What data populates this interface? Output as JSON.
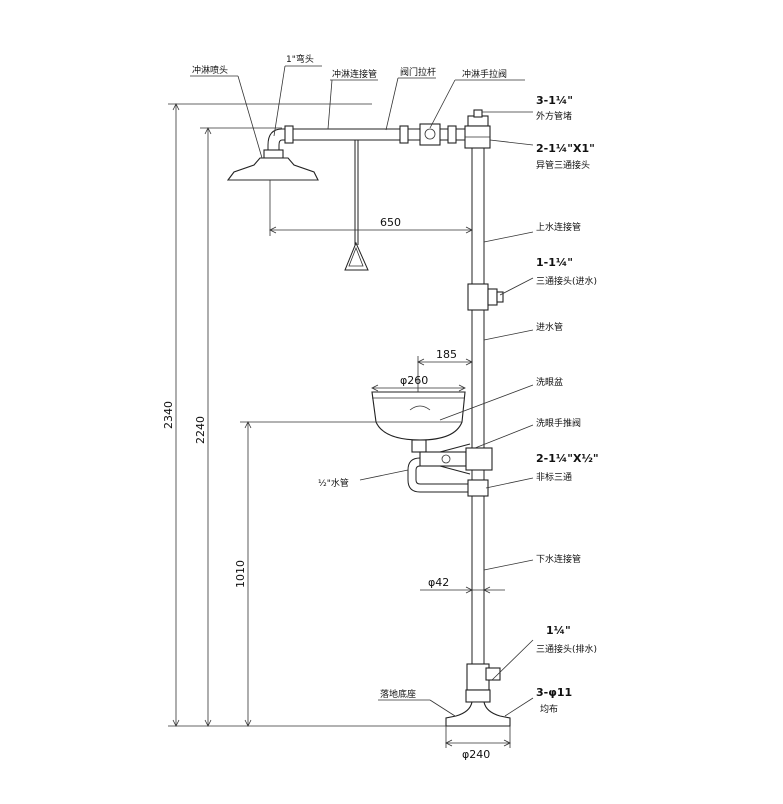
{
  "labels": {
    "shower_head": "冲淋喷头",
    "elbow": "1\"弯头",
    "shower_pipe": "冲淋连接管",
    "valve_rod": "阀门拉杆",
    "shower_valve": "冲淋手拉阀",
    "top_fitting_spec": "3-1¼\"",
    "top_fitting_name": "外方管堵",
    "reducer_tee_spec": "2-1¼\"X1\"",
    "reducer_tee_name": "异管三通接头",
    "upper_pipe": "上水连接管",
    "inlet_tee_spec": "1-1¼\"",
    "inlet_tee_name": "三通接头(进水)",
    "inlet_pipe": "进水管",
    "eyewash_bowl": "洗眼盆",
    "eyewash_valve": "洗眼手推阀",
    "nonstd_tee_spec": "2-1¼\"X½\"",
    "nonstd_tee_name": "非标三通",
    "water_pipe": "½\"水管",
    "lower_pipe": "下水连接管",
    "drain_tee_spec": "1¼\"",
    "drain_tee_name": "三通接头(排水)",
    "floor_base": "落地底座",
    "holes_spec": "3-φ11",
    "holes_name": "均布"
  },
  "dimensions": {
    "total_height": "2340",
    "shower_height": "2240",
    "bowl_height": "1010",
    "arm_length": "650",
    "bowl_offset": "185",
    "bowl_diameter": "φ260",
    "pipe_diameter": "φ42",
    "base_diameter": "φ240"
  }
}
